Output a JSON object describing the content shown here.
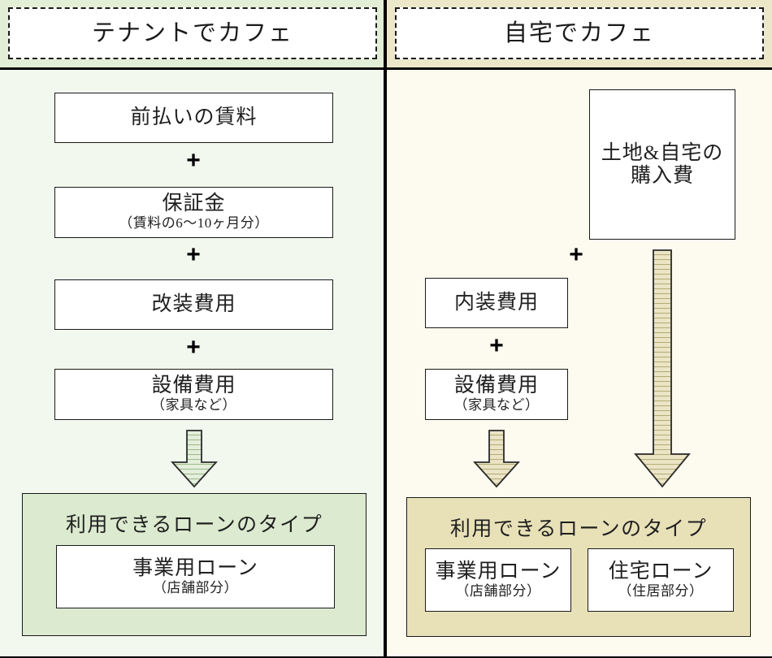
{
  "diagram": {
    "type": "comparison-flow",
    "columns": [
      {
        "id": "tenant",
        "header": "テナントでカフェ",
        "accent_header_bg": "#e2eed5",
        "accent_body_bg": "#f2f8ee",
        "accent_result_bg": "#dcead0",
        "cost_items": [
          {
            "main": "前払いの賃料",
            "sub": ""
          },
          {
            "main": "保証金",
            "sub": "（賃料の6〜10ヶ月分）"
          },
          {
            "main": "改装費用",
            "sub": ""
          },
          {
            "main": "設備費用",
            "sub": "（家具など）"
          }
        ],
        "operators": [
          "+",
          "+",
          "+"
        ],
        "arrow_label": "down-arrow",
        "result": {
          "title": "利用できるローンのタイプ",
          "loans": [
            {
              "main": "事業用ローン",
              "sub": "（店舗部分）"
            }
          ]
        }
      },
      {
        "id": "home",
        "header": "自宅でカフェ",
        "accent_header_bg": "#ece7c9",
        "accent_body_bg": "#fdfaef",
        "accent_result_bg": "#e8e1b8",
        "cost_items_primary": [
          {
            "main": "内装費用",
            "sub": ""
          },
          {
            "main": "設備費用",
            "sub": "（家具など）"
          }
        ],
        "cost_items_secondary": [
          {
            "main": "土地&自宅の",
            "sub": "購入費"
          }
        ],
        "operators": [
          "+",
          "+"
        ],
        "arrow_label": "down-arrow",
        "result": {
          "title": "利用できるローンのタイプ",
          "loans": [
            {
              "main": "事業用ローン",
              "sub": "（店舗部分）"
            },
            {
              "main": "住宅ローン",
              "sub": "（住居部分）"
            }
          ]
        }
      }
    ]
  }
}
